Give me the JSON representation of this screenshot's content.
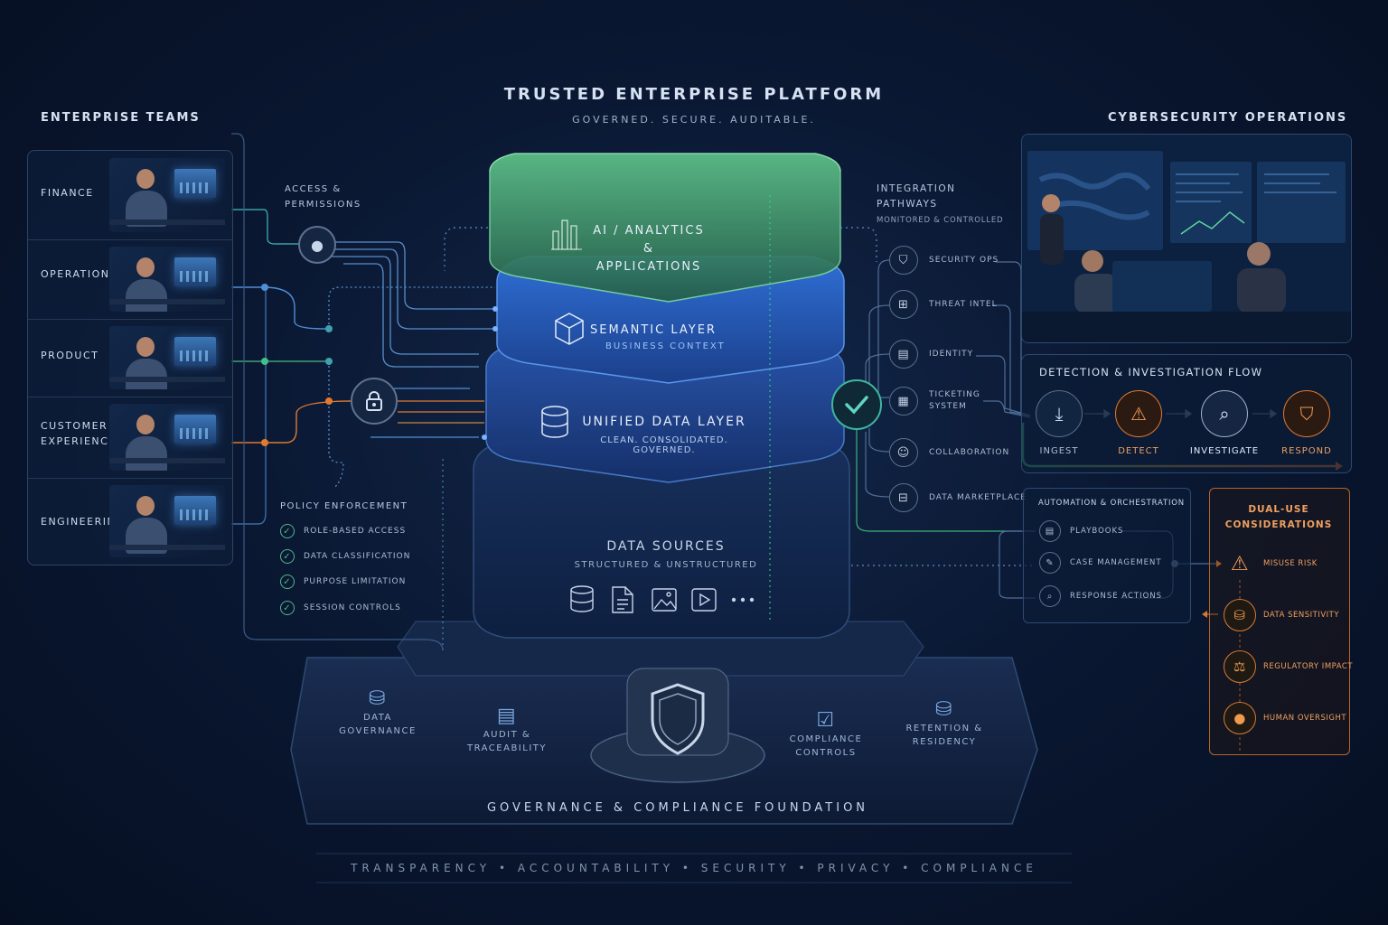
{
  "header": {
    "title": "TRUSTED ENTERPRISE PLATFORM",
    "subtitle": "GOVERNED.  SECURE.  AUDITABLE."
  },
  "teams": {
    "title": "ENTERPRISE TEAMS",
    "items": [
      {
        "label": "FINANCE"
      },
      {
        "label": "OPERATIONS"
      },
      {
        "label": "PRODUCT"
      },
      {
        "label": "CUSTOMER EXPERIENCE"
      },
      {
        "label": "ENGINEERING"
      }
    ]
  },
  "access": {
    "label_line1": "ACCESS &",
    "label_line2": "PERMISSIONS",
    "user_icon": "user-icon",
    "lock_icon": "lock-icon"
  },
  "policy": {
    "title": "POLICY ENFORCEMENT",
    "items": [
      "ROLE-BASED ACCESS",
      "DATA CLASSIFICATION",
      "PURPOSE LIMITATION",
      "SESSION CONTROLS"
    ]
  },
  "layers": {
    "ai": {
      "line1": "AI / ANALYTICS &",
      "line2": "APPLICATIONS"
    },
    "semantic": {
      "title": "SEMANTIC LAYER",
      "subtitle": "BUSINESS CONTEXT"
    },
    "unified": {
      "title": "UNIFIED DATA LAYER",
      "subtitle": "CLEAN. CONSOLIDATED. GOVERNED."
    },
    "sources": {
      "title": "DATA SOURCES",
      "subtitle": "STRUCTURED & UNSTRUCTURED"
    }
  },
  "integration": {
    "title_line1": "INTEGRATION",
    "title_line2": "PATHWAYS",
    "note": "MONITORED & CONTROLLED",
    "items": [
      {
        "label": "SECURITY OPS",
        "icon": "shield-icon"
      },
      {
        "label": "THREAT INTEL",
        "icon": "radar-icon"
      },
      {
        "label": "IDENTITY",
        "icon": "id-icon"
      },
      {
        "label": "TICKETING SYSTEM",
        "icon": "ticket-icon"
      },
      {
        "label": "COLLABORATION",
        "icon": "people-icon"
      },
      {
        "label": "DATA MARKETPLACE",
        "icon": "grid-icon"
      }
    ]
  },
  "cyber": {
    "title": "CYBERSECURITY OPERATIONS"
  },
  "detection": {
    "title": "DETECTION & INVESTIGATION FLOW",
    "steps": [
      "INGEST",
      "DETECT",
      "INVESTIGATE",
      "RESPOND"
    ]
  },
  "automation": {
    "title": "AUTOMATION & ORCHESTRATION",
    "items": [
      "PLAYBOOKS",
      "CASE MANAGEMENT",
      "RESPONSE ACTIONS"
    ]
  },
  "dual_use": {
    "title_line1": "DUAL-USE",
    "title_line2": "CONSIDERATIONS",
    "items": [
      "MISUSE RISK",
      "DATA SENSITIVITY",
      "REGULATORY IMPACT",
      "HUMAN OVERSIGHT"
    ]
  },
  "governance": {
    "title": "GOVERNANCE  &  COMPLIANCE  FOUNDATION",
    "items": [
      {
        "line1": "DATA",
        "line2": "GOVERNANCE"
      },
      {
        "line1": "AUDIT &",
        "line2": "TRACEABILITY"
      },
      {
        "line1": "COMPLIANCE",
        "line2": "CONTROLS"
      },
      {
        "line1": "RETENTION &",
        "line2": "RESIDENCY"
      }
    ]
  },
  "footer": {
    "values": "TRANSPARENCY  •  ACCOUNTABILITY  •  SECURITY  •  PRIVACY  •  COMPLIANCE"
  },
  "colors": {
    "accent_green": "#3fc08a",
    "accent_blue": "#4f8fd6",
    "accent_orange": "#e07a30",
    "background": "#08142a"
  }
}
